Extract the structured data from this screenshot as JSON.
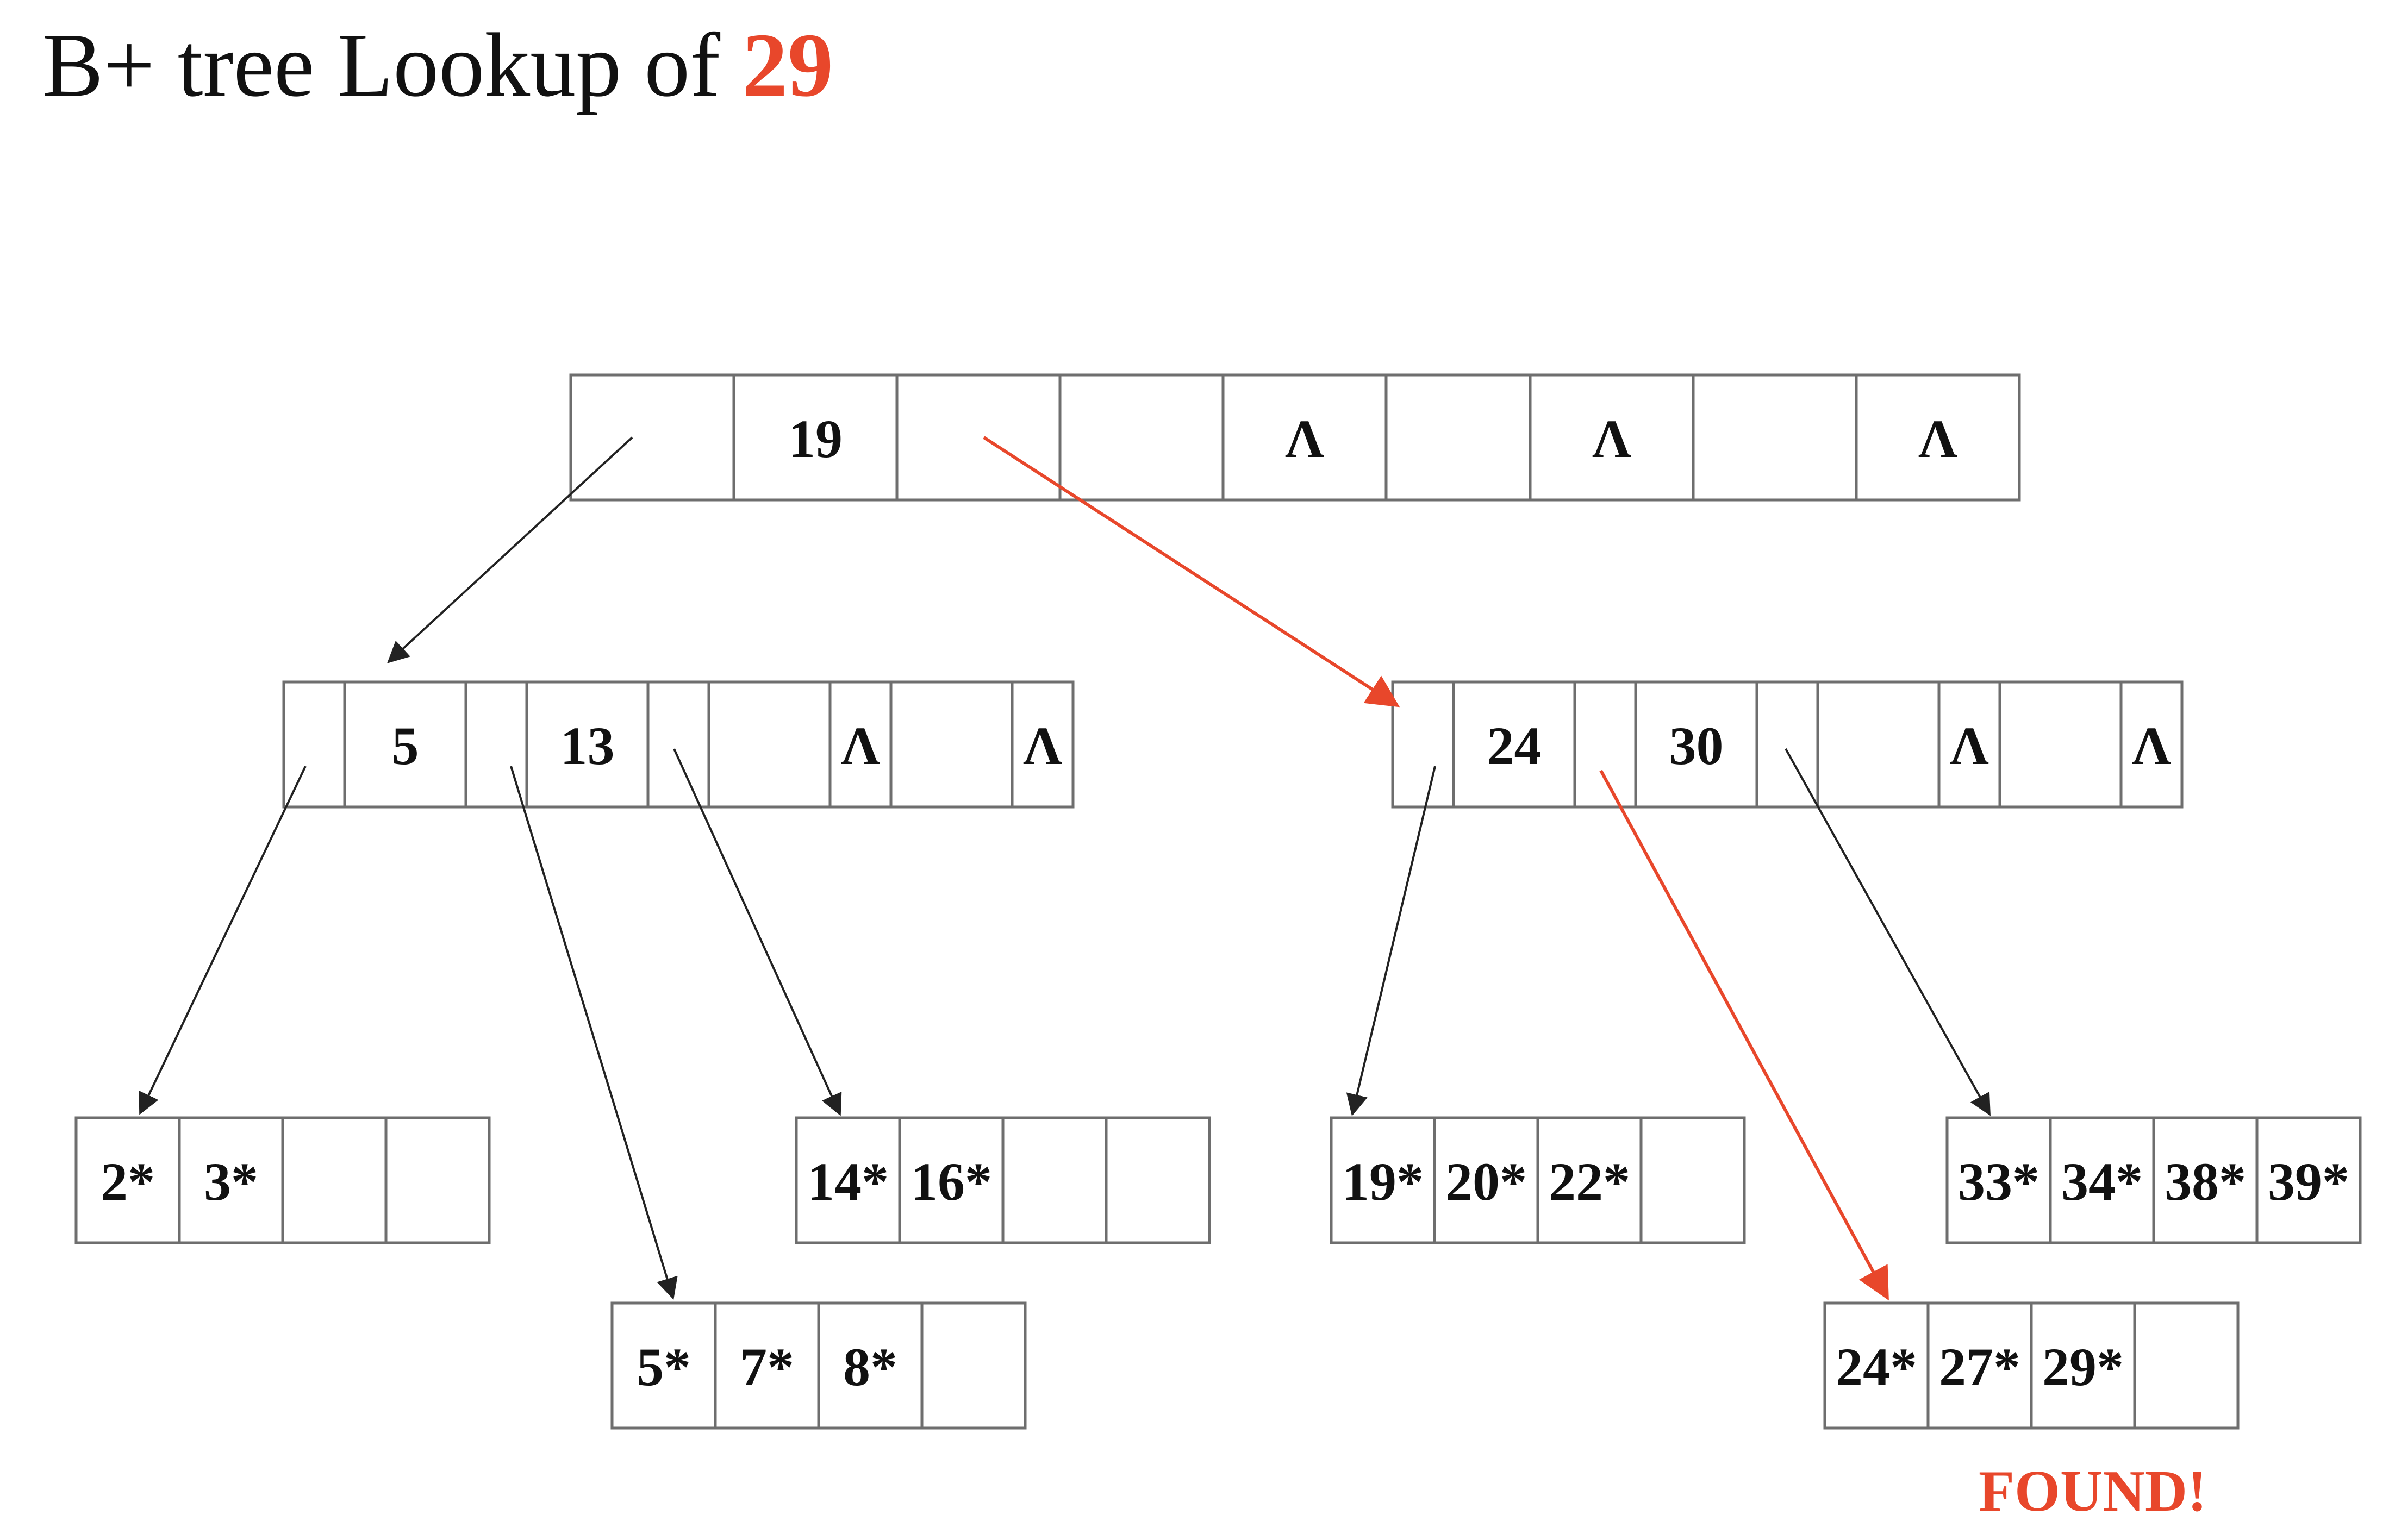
{
  "title": {
    "prefix": "B+ tree Lookup of",
    "key": "29"
  },
  "colors": {
    "highlight": "#e8472b",
    "text": "#111111",
    "line": "#6e6e6e",
    "arrow": "#222222"
  },
  "found_label": "FOUND!",
  "tree": {
    "nodes": [
      {
        "id": "root",
        "level": "root",
        "cells": [
          "",
          "19",
          "",
          "",
          "Λ",
          "",
          "Λ",
          "",
          "Λ"
        ]
      },
      {
        "id": "inner-left",
        "level": "internal",
        "cells": [
          "",
          "5",
          "",
          "13",
          "",
          "",
          "Λ",
          "",
          "Λ"
        ]
      },
      {
        "id": "inner-right",
        "level": "internal",
        "cells": [
          "",
          "24",
          "",
          "30",
          "",
          "",
          "Λ",
          "",
          "Λ"
        ]
      },
      {
        "id": "leaf-1",
        "level": "leaf",
        "cells": [
          "2*",
          "3*",
          "",
          ""
        ]
      },
      {
        "id": "leaf-2",
        "level": "leaf",
        "cells": [
          "5*",
          "7*",
          "8*",
          ""
        ]
      },
      {
        "id": "leaf-3",
        "level": "leaf",
        "cells": [
          "14*",
          "16*",
          "",
          ""
        ]
      },
      {
        "id": "leaf-4",
        "level": "leaf",
        "cells": [
          "19*",
          "20*",
          "22*",
          ""
        ]
      },
      {
        "id": "leaf-5",
        "level": "leaf",
        "cells": [
          "24*",
          "27*",
          "29*",
          ""
        ],
        "highlight_cell": 2
      },
      {
        "id": "leaf-6",
        "level": "leaf",
        "cells": [
          "33*",
          "34*",
          "38*",
          "39*"
        ]
      }
    ],
    "edges": [
      {
        "from": "root",
        "to": "inner-left",
        "highlight": false
      },
      {
        "from": "root",
        "to": "inner-right",
        "highlight": true
      },
      {
        "from": "inner-left",
        "to": "leaf-1",
        "highlight": false
      },
      {
        "from": "inner-left",
        "to": "leaf-2",
        "highlight": false
      },
      {
        "from": "inner-left",
        "to": "leaf-3",
        "highlight": false
      },
      {
        "from": "inner-right",
        "to": "leaf-4",
        "highlight": false
      },
      {
        "from": "inner-right",
        "to": "leaf-5",
        "highlight": true
      },
      {
        "from": "inner-right",
        "to": "leaf-6",
        "highlight": false
      }
    ]
  }
}
